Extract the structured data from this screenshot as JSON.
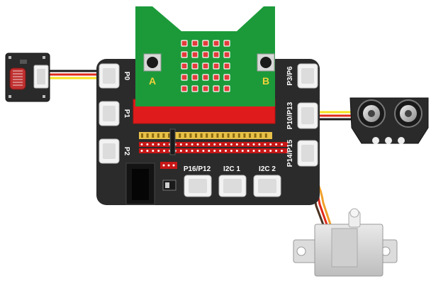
{
  "microbit": {
    "button_a": "A",
    "button_b": "B",
    "led_rows": 5,
    "led_cols": 5
  },
  "board": {
    "ports_left": [
      "P0",
      "P1",
      "P2"
    ],
    "ports_right": [
      "P3/P6",
      "P10/P13",
      "P14/P15"
    ],
    "ports_bottom": [
      "P16/P12",
      "I2C 1",
      "I2C 2"
    ]
  },
  "modules": {
    "light_sensor": "photoresistor-module",
    "ultrasonic": "ultrasonic-sensor-module",
    "servo": "servo-motor"
  },
  "colors": {
    "board": "#2b2b2b",
    "microbit": "#1c9a3a",
    "edge_red": "#e01b1b",
    "led": "#e23b3b",
    "port_white": "#f2f2f2",
    "wire_yellow": "#f7e11b",
    "wire_red": "#e02a1a",
    "wire_black": "#1a1a1a"
  }
}
